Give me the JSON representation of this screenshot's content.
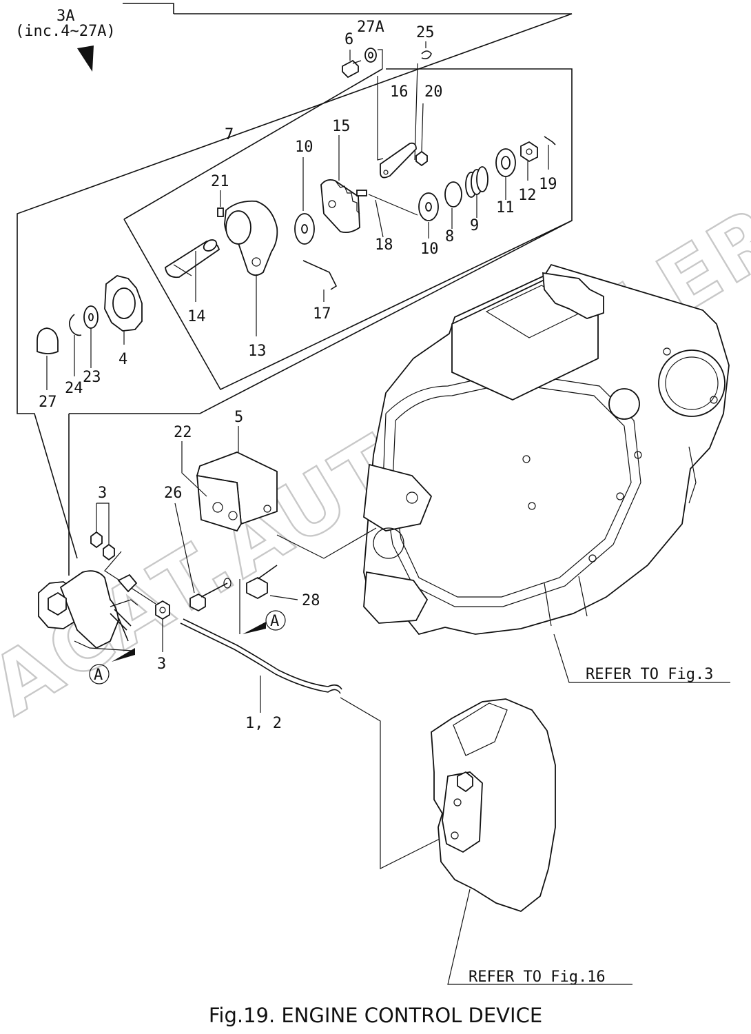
{
  "figure": {
    "caption": "Fig.19.  ENGINE CONTROL DEVICE",
    "assembly_label": "3A",
    "assembly_note": "(inc.4~27A)",
    "refer_fig3": "REFER TO Fig.3",
    "refer_fig16": "REFER TO Fig.16",
    "view_marker": "A",
    "watermark": "ACAT.AUTODEALER.RU"
  },
  "callouts": {
    "p1_2": "1, 2",
    "p3a": "3",
    "p3b": "3",
    "p4": "4",
    "p5": "5",
    "p6": "6",
    "p7": "7",
    "p8": "8",
    "p9": "9",
    "p10a": "10",
    "p10b": "10",
    "p11": "11",
    "p12": "12",
    "p13": "13",
    "p14": "14",
    "p15": "15",
    "p16": "16",
    "p17": "17",
    "p18": "18",
    "p19": "19",
    "p20": "20",
    "p21": "21",
    "p22": "22",
    "p23": "23",
    "p24": "24",
    "p25": "25",
    "p26": "26",
    "p27": "27",
    "p27a": "27A",
    "p28": "28"
  }
}
